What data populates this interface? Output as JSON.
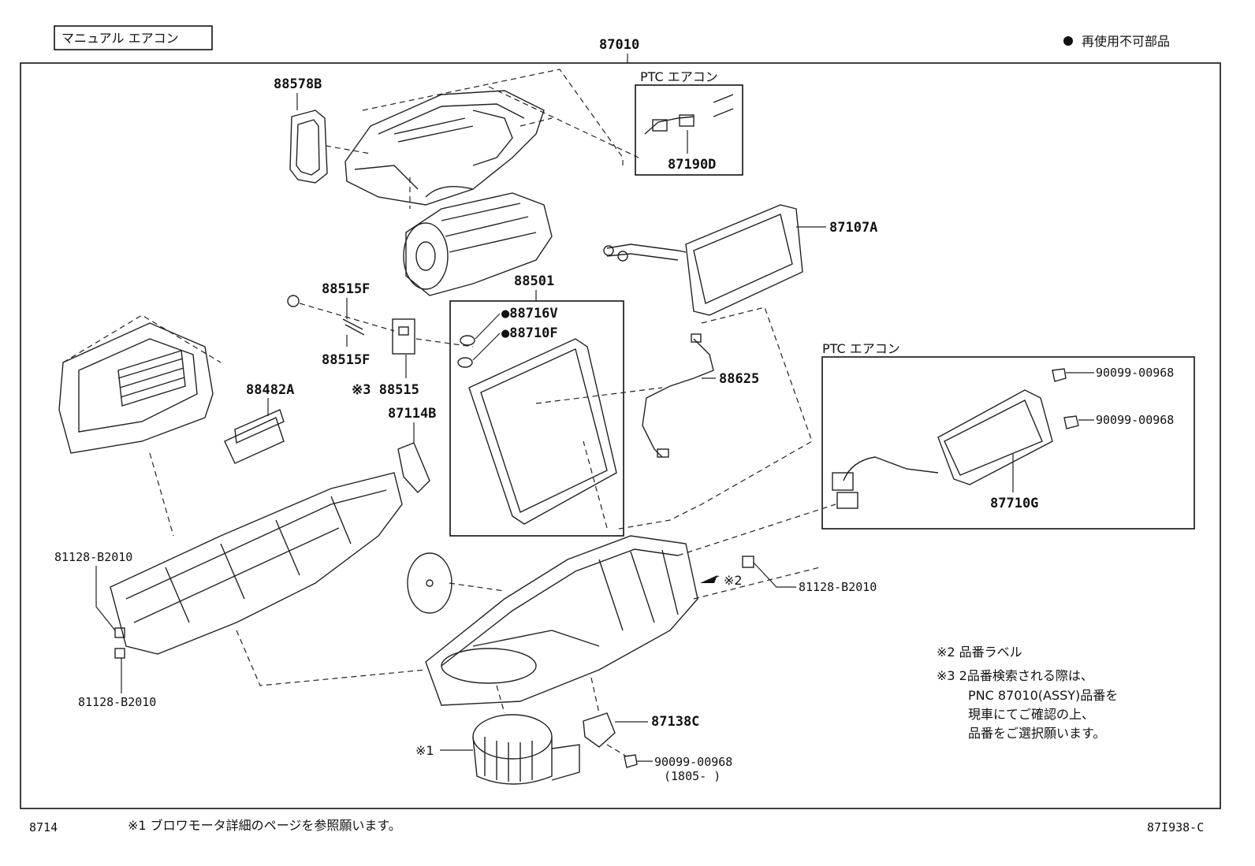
{
  "header": {
    "variant_label": "マニュアル エアコン",
    "assembly_number": "87010",
    "legend_symbol": "●",
    "legend_text": "再使用不可部品"
  },
  "ptc_boxes": {
    "top_label": "PTC エアコン",
    "right_label": "PTC エアコン"
  },
  "parts": {
    "p88578B": "88578B",
    "p87190D": "87190D",
    "p87107A": "87107A",
    "p88501": "88501",
    "p88515F_top": "88515F",
    "p88515F_bot": "88515F",
    "p88716V": "●88716V",
    "p88710F": "●88710F",
    "p88515": "※3 88515",
    "p88625": "88625",
    "p88482A": "88482A",
    "p87114B": "87114B",
    "p90099_a": "90099-00968",
    "p90099_b": "90099-00968",
    "p87710G": "87710G",
    "p81128_left_top": "81128-B2010",
    "p81128_left_bot": "81128-B2010",
    "p81128_right": "81128-B2010",
    "p87138C": "87138C",
    "p90099_c": "90099-00968",
    "p90099_c_note": "(1805-    )",
    "mark1": "※1",
    "mark2": "※2"
  },
  "notes": {
    "note2": "※2 品番ラベル",
    "note3_line1": "※3 2品番検索される際は、",
    "note3_line2": "PNC 87010(ASSY)品番を",
    "note3_line3": "現車にてご確認の上、",
    "note3_line4": "品番をご選択願います。"
  },
  "footer": {
    "page_code": "8714",
    "footnote": "※1 ブロワモータ詳細のページを参照願います。",
    "figure_code": "87I938-C"
  }
}
